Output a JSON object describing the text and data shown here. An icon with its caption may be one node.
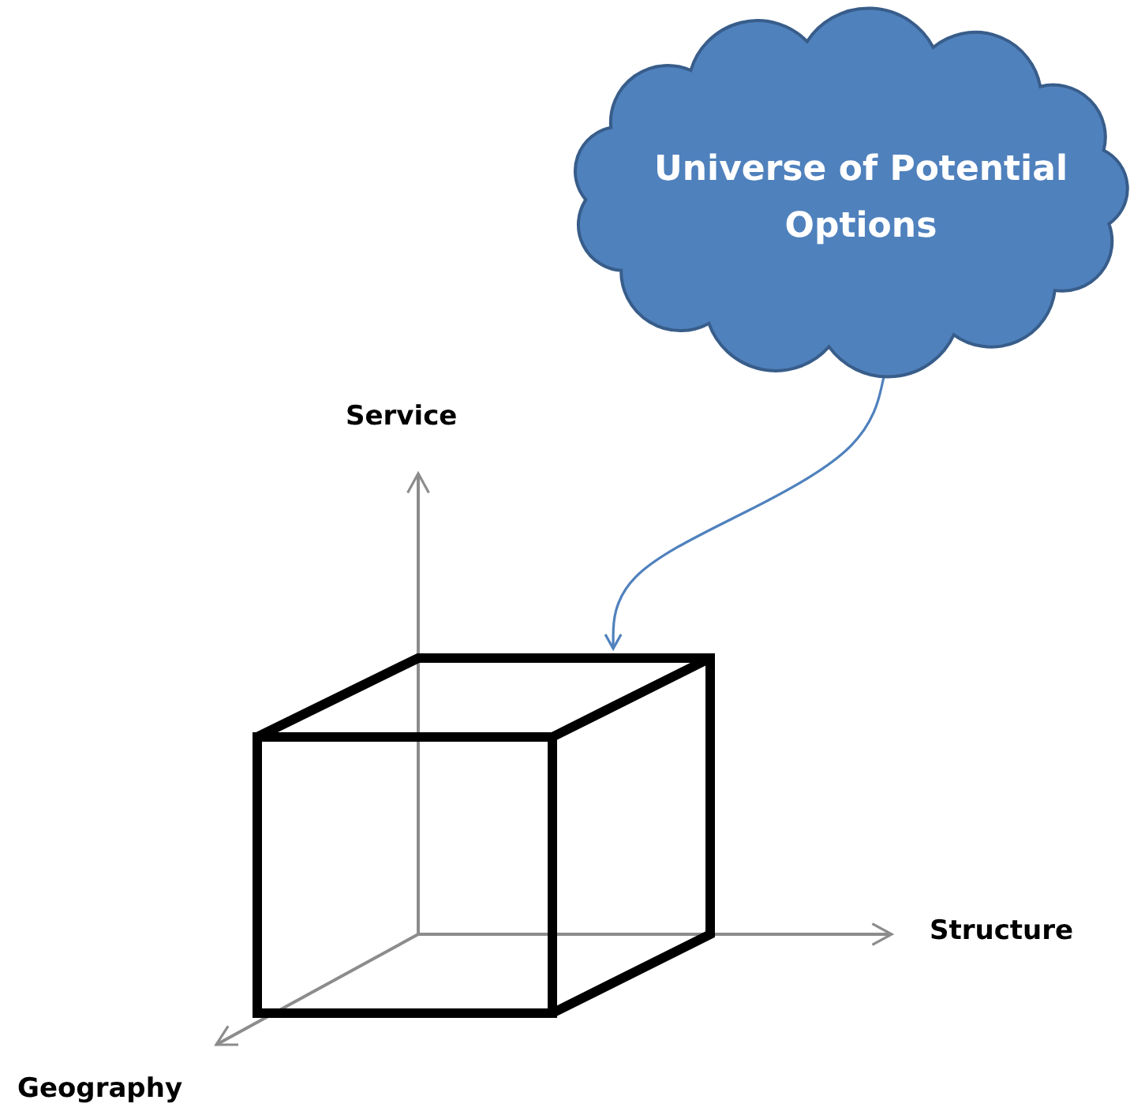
{
  "diagram": {
    "nodes": [
      {
        "text": [
          "Universe of Potential Options"
        ]
      },
      {
        "text": [],
        "shape": "box"
      }
    ],
    "edges": [
      {
        "from": 0,
        "to": 1,
        "arrow": "to"
      }
    ],
    "labels": [
      "Service",
      "Structure",
      "Geography"
    ]
  }
}
